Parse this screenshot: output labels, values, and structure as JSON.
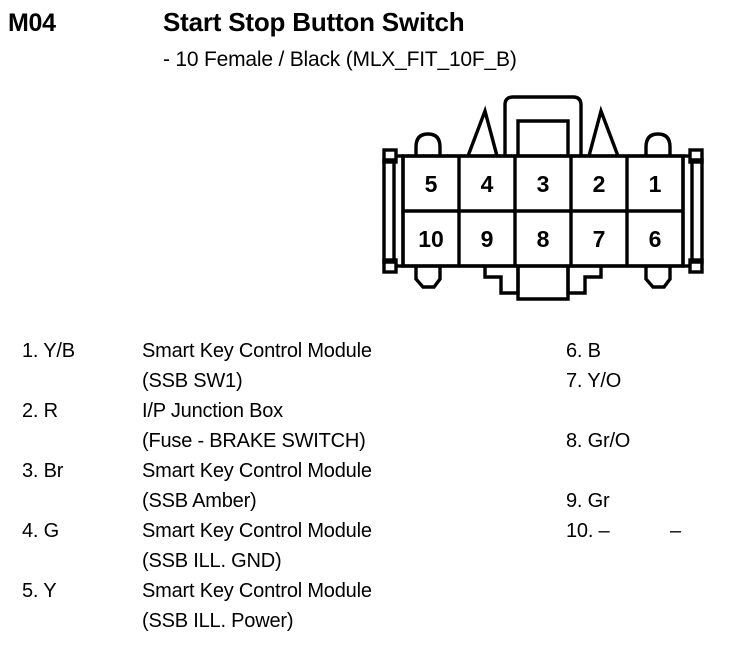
{
  "header": {
    "code": "M04",
    "title": "Start Stop Button Switch",
    "subtitle": "- 10 Female / Black (MLX_FIT_10F_B)"
  },
  "connector": {
    "name": "10-way female connector",
    "rows": [
      [
        "5",
        "4",
        "3",
        "2",
        "1"
      ],
      [
        "10",
        "9",
        "8",
        "7",
        "6"
      ]
    ],
    "pin_count": 10,
    "gender": "Female",
    "color": "Black",
    "part_code": "MLX_FIT_10F_B",
    "outline_color": "#000000",
    "fill_color": "#ffffff"
  },
  "pinout_left": [
    {
      "label": "1. Y/B",
      "desc": "Smart Key Control Module"
    },
    {
      "label": "",
      "desc": "(SSB SW1)"
    },
    {
      "label": "2. R",
      "desc": "I/P Junction Box"
    },
    {
      "label": "",
      "desc": "(Fuse - BRAKE SWITCH)"
    },
    {
      "label": "3. Br",
      "desc": "Smart Key Control Module"
    },
    {
      "label": "",
      "desc": "(SSB Amber)"
    },
    {
      "label": "4. G",
      "desc": "Smart Key Control Module"
    },
    {
      "label": "",
      "desc": "(SSB ILL. GND)"
    },
    {
      "label": "5. Y",
      "desc": "Smart Key Control Module"
    },
    {
      "label": "",
      "desc": "(SSB ILL. Power)"
    }
  ],
  "pinout_right": [
    {
      "label": "6. B",
      "extra": ""
    },
    {
      "label": "7. Y/O",
      "extra": ""
    },
    {
      "label": "",
      "extra": ""
    },
    {
      "label": "8. Gr/O",
      "extra": ""
    },
    {
      "label": "",
      "extra": ""
    },
    {
      "label": "9. Gr",
      "extra": ""
    },
    {
      "label": "10. –",
      "extra": "–"
    },
    {
      "label": "",
      "extra": ""
    },
    {
      "label": "",
      "extra": ""
    },
    {
      "label": "",
      "extra": ""
    }
  ]
}
